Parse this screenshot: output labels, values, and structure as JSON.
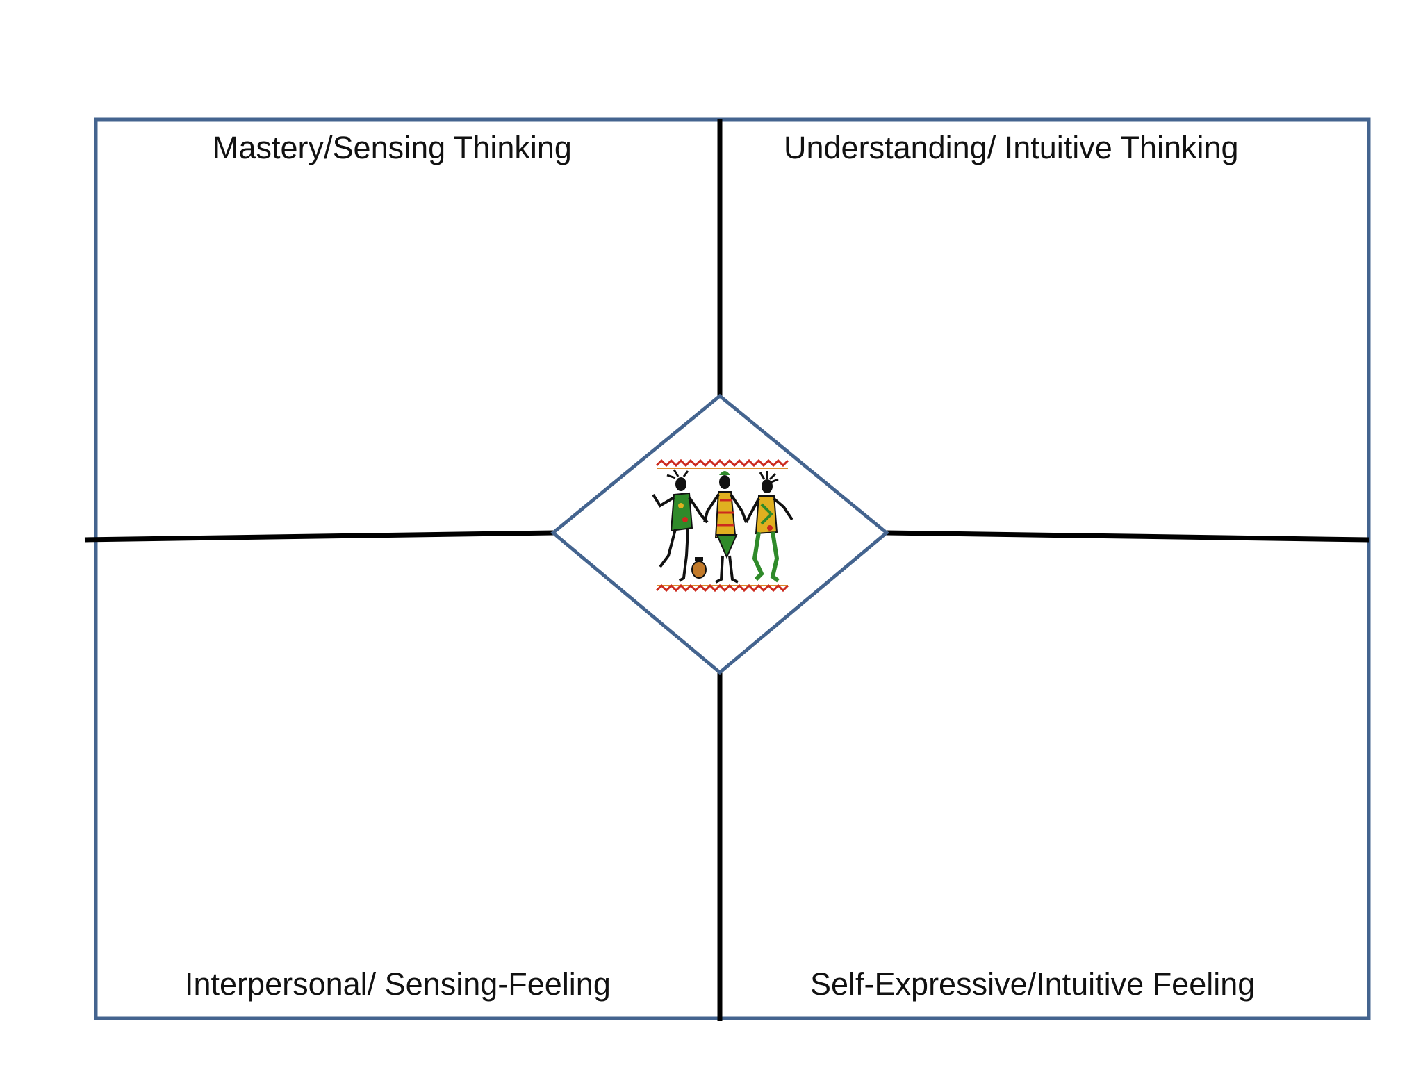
{
  "quadrants": {
    "top_left": {
      "label": "Mastery/Sensing Thinking"
    },
    "top_right": {
      "label": "Understanding/ Intuitive Thinking"
    },
    "bottom_left": {
      "label": "Interpersonal/ Sensing-Feeling"
    },
    "bottom_right": {
      "label": "Self-Expressive/Intuitive Feeling"
    }
  },
  "center_image": {
    "icon": "dancing-figures-illustration-icon"
  },
  "colors": {
    "frame": "#44648f",
    "divider": "#000000",
    "background": "#ffffff"
  }
}
